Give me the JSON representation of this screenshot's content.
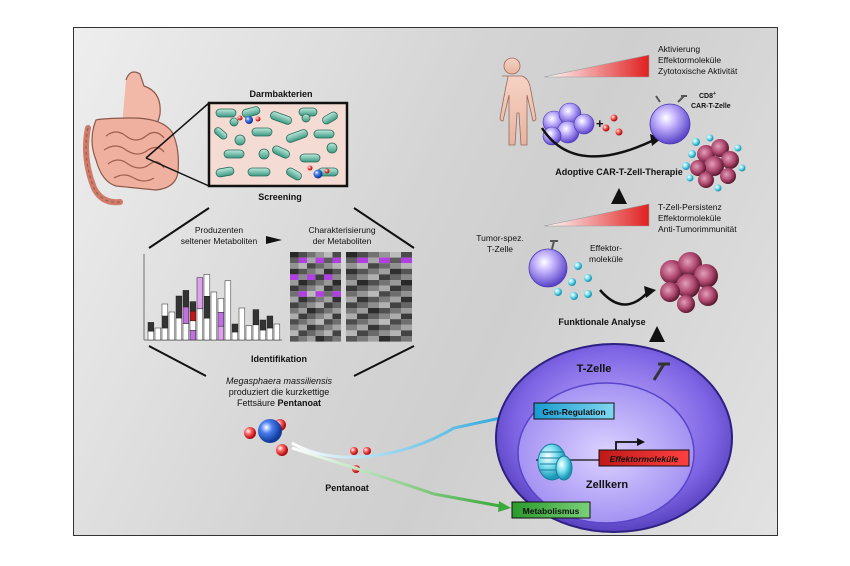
{
  "left": {
    "gut_bacteria": "Darmbakterien",
    "screening": "Screening",
    "producers_line1": "Produzenten",
    "producers_line2": "seltener Metaboliten",
    "char_line1": "Charakterisierung",
    "char_line2": "der Metaboliten",
    "identification": "Identifikation",
    "species": "Megasphaera massiliensis",
    "produces_line1": "produziert die kurzkettige",
    "produces_line2": "Fettsäure",
    "pentanoate_bold": "Pentanoat",
    "pentanoate_label": "Pentanoat"
  },
  "right": {
    "top_gradient_items": [
      "Aktivierung",
      "Effektormoleküle",
      "Zytotoxische Aktivität"
    ],
    "cd8_label": "CD8",
    "cd8_sup": "+",
    "car_t_cell": "CAR-T-Zelle",
    "plus": "+",
    "therapy": "Adoptive CAR-T-Zell-Therapie",
    "mid_gradient_items": [
      "T-Zell-Persistenz",
      "Effektormoleküle",
      "Anti-Tumorimmunität"
    ],
    "tumor_t_line1": "Tumor-spez.",
    "tumor_t_line2": "T-Zelle",
    "effector_line1": "Effektor-",
    "effector_line2": "moleküle",
    "functional_analysis": "Funktionale Analyse",
    "t_cell": "T-Zelle",
    "gene_regulation": "Gen-Regulation",
    "effector_molecules": "Effektormoleküle",
    "nucleus": "Zellkern",
    "metabolism": "Metabolismus"
  },
  "colors": {
    "cell_purple": "#6a55d8",
    "gene_box": "#2bb5dc",
    "effector_box": "#d81e1e",
    "metabolism_box": "#38a838",
    "gradient_red": "#e02020"
  }
}
